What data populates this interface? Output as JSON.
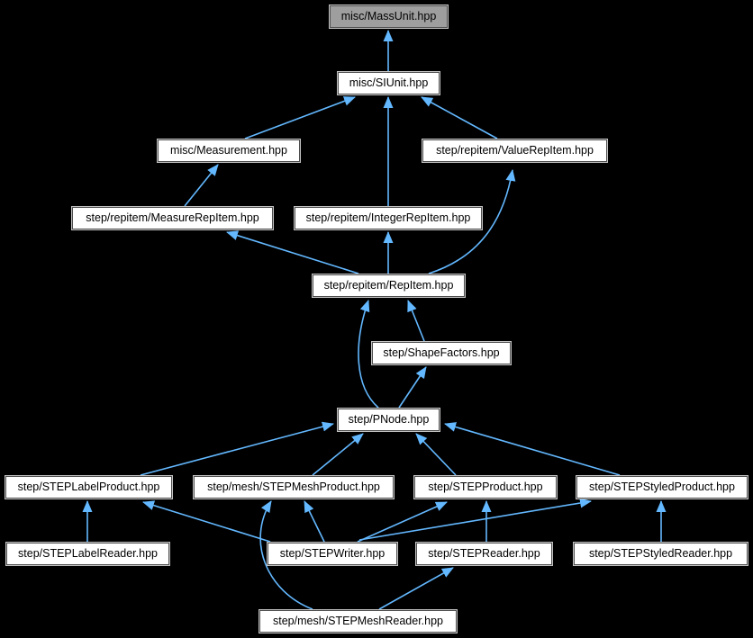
{
  "graph_title": "misc/MassUnit.hpp included-by dependency graph",
  "colors": {
    "bg": "#000000",
    "edge": "#63b8ff",
    "node_fill": "#ffffff",
    "root_fill": "#9e9e9e",
    "node_text": "#000000"
  },
  "nodes": [
    {
      "id": "mass-unit",
      "label": "misc/MassUnit.hpp",
      "root": true
    },
    {
      "id": "si-unit",
      "label": "misc/SIUnit.hpp",
      "root": false
    },
    {
      "id": "measurement",
      "label": "misc/Measurement.hpp",
      "root": false
    },
    {
      "id": "value-rep-item",
      "label": "step/repitem/ValueRepItem.hpp",
      "root": false
    },
    {
      "id": "measure-rep-item",
      "label": "step/repitem/MeasureRepItem.hpp",
      "root": false
    },
    {
      "id": "integer-rep-item",
      "label": "step/repitem/IntegerRepItem.hpp",
      "root": false
    },
    {
      "id": "rep-item",
      "label": "step/repitem/RepItem.hpp",
      "root": false
    },
    {
      "id": "shape-factors",
      "label": "step/ShapeFactors.hpp",
      "root": false
    },
    {
      "id": "pnode",
      "label": "step/PNode.hpp",
      "root": false
    },
    {
      "id": "step-label-product",
      "label": "step/STEPLabelProduct.hpp",
      "root": false
    },
    {
      "id": "step-mesh-product",
      "label": "step/mesh/STEPMeshProduct.hpp",
      "root": false
    },
    {
      "id": "step-product",
      "label": "step/STEPProduct.hpp",
      "root": false
    },
    {
      "id": "step-styled-product",
      "label": "step/STEPStyledProduct.hpp",
      "root": false
    },
    {
      "id": "step-label-reader",
      "label": "step/STEPLabelReader.hpp",
      "root": false
    },
    {
      "id": "step-writer",
      "label": "step/STEPWriter.hpp",
      "root": false
    },
    {
      "id": "step-reader",
      "label": "step/STEPReader.hpp",
      "root": false
    },
    {
      "id": "step-styled-reader",
      "label": "step/STEPStyledReader.hpp",
      "root": false
    },
    {
      "id": "step-mesh-reader",
      "label": "step/mesh/STEPMeshReader.hpp",
      "root": false
    }
  ],
  "edges": [
    {
      "from": "si-unit",
      "to": "mass-unit"
    },
    {
      "from": "measurement",
      "to": "si-unit"
    },
    {
      "from": "integer-rep-item",
      "to": "si-unit"
    },
    {
      "from": "value-rep-item",
      "to": "si-unit"
    },
    {
      "from": "measure-rep-item",
      "to": "measurement"
    },
    {
      "from": "rep-item",
      "to": "measure-rep-item"
    },
    {
      "from": "rep-item",
      "to": "integer-rep-item"
    },
    {
      "from": "rep-item",
      "to": "value-rep-item"
    },
    {
      "from": "shape-factors",
      "to": "rep-item"
    },
    {
      "from": "pnode",
      "to": "rep-item"
    },
    {
      "from": "pnode",
      "to": "shape-factors"
    },
    {
      "from": "step-label-product",
      "to": "pnode"
    },
    {
      "from": "step-mesh-product",
      "to": "pnode"
    },
    {
      "from": "step-product",
      "to": "pnode"
    },
    {
      "from": "step-styled-product",
      "to": "pnode"
    },
    {
      "from": "step-label-reader",
      "to": "step-label-product"
    },
    {
      "from": "step-writer",
      "to": "step-label-product"
    },
    {
      "from": "step-writer",
      "to": "step-mesh-product"
    },
    {
      "from": "step-writer",
      "to": "step-product"
    },
    {
      "from": "step-writer",
      "to": "step-styled-product"
    },
    {
      "from": "step-mesh-reader",
      "to": "step-mesh-product"
    },
    {
      "from": "step-mesh-reader",
      "to": "step-reader"
    },
    {
      "from": "step-reader",
      "to": "step-product"
    },
    {
      "from": "step-styled-reader",
      "to": "step-styled-product"
    }
  ]
}
